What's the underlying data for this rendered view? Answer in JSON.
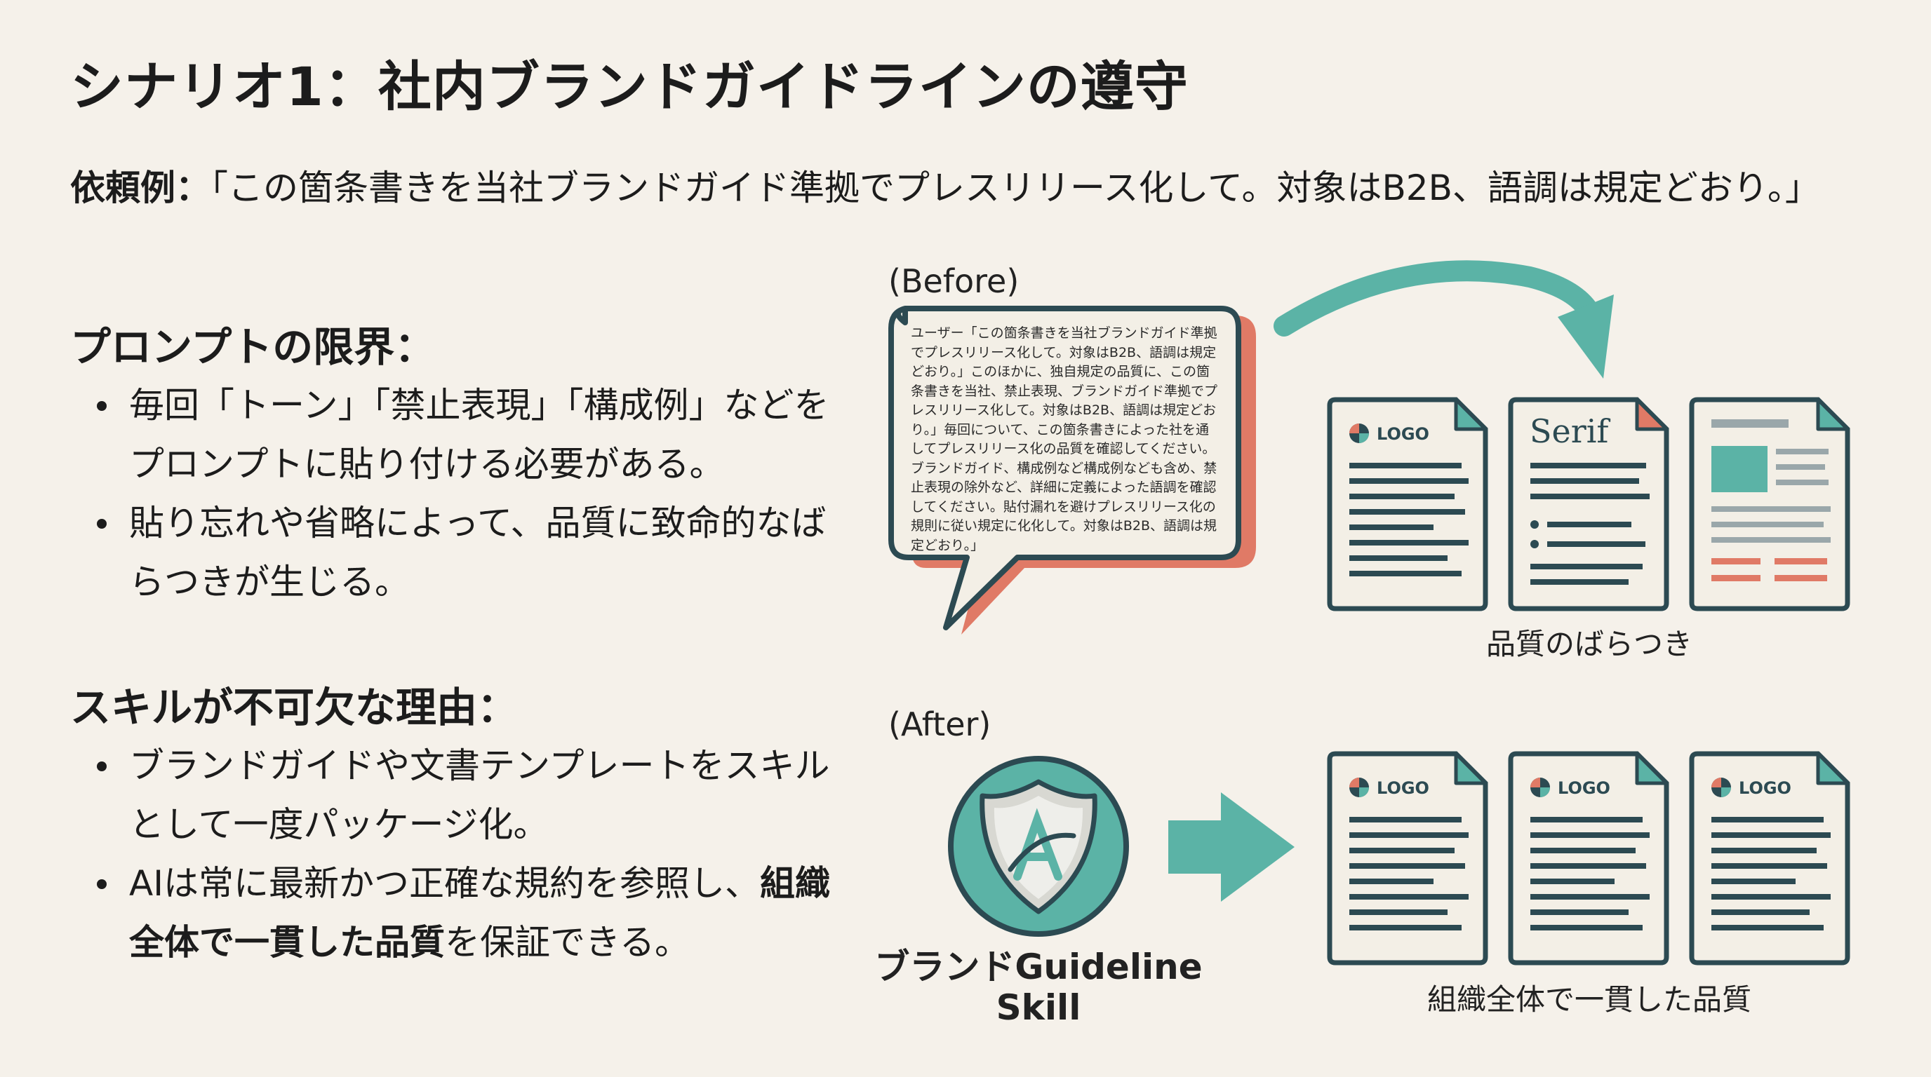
{
  "title": "シナリオ1：社内ブランドガイドラインの遵守",
  "request": {
    "label": "依頼例：",
    "text": "「この箇条書きを当社ブランドガイド準拠でプレスリリース化して。対象はB2B、語調は規定どおり。」"
  },
  "limits": {
    "heading": "プロンプトの限界：",
    "bullets": [
      "毎回「トーン」「禁止表現」「構成例」などをプロンプトに貼り付ける必要がある。",
      "貼り忘れや省略によって、品質に致命的なばらつきが生じる。"
    ]
  },
  "reasons": {
    "heading": "スキルが不可欠な理由：",
    "bullet1": "ブランドガイドや文書テンプレートをスキルとして一度パッケージ化。",
    "bullet2_pre": "AIは常に最新かつ正確な規約を参照し、",
    "bullet2_bold": "組織全体で一貫した品質",
    "bullet2_post": "を保証できる。"
  },
  "before": {
    "label": "(Before)",
    "bubble_text": "ユーザー「この箇条書きを当社ブランドガイド準拠でプレスリリース化して。対象はB2B、語調は規定どおり。」このほかに、独自規定の品質に、この箇条書きを当社、禁止表現、ブランドガイド準拠でプレスリリース化して。対象はB2B、語調は規定どおり。」毎回について、この箇条書きによった社を通してプレスリリース化の品質を確認してください。ブランドガイド、構成例など構成例なども含め、禁止表現の除外など、詳細に定義によった語調を確認してください。貼付漏れを避けプレスリリース化の規則に従い規定に化化して。対象はB2B、語調は規定どおり。」",
    "doc_logo": "LOGO",
    "doc_serif": "Serif",
    "caption": "品質のばらつき"
  },
  "after": {
    "label": "(After)",
    "skill_line1": "ブランドGuideline",
    "skill_line2": "Skill",
    "doc_logo": "LOGO",
    "caption": "組織全体で一貫した品質"
  },
  "colors": {
    "teal": "#5bb3a6",
    "coral": "#e07a66",
    "dark": "#2c4a52",
    "paper": "#f3efe6"
  }
}
